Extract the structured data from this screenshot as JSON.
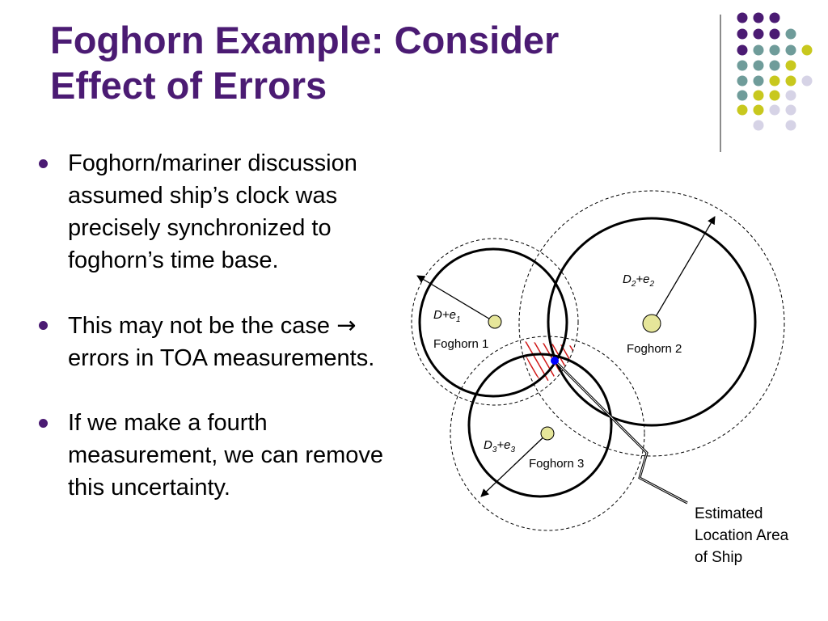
{
  "slide": {
    "title_line1": "Foghorn Example:  Consider",
    "title_line2": "Effect of Errors"
  },
  "colors": {
    "title": "#4b1b73",
    "dot_purple": "#4b1b73",
    "dot_teal": "#6f9c9a",
    "dot_yellow": "#c8c81e",
    "dot_lavender": "#d6d3e6",
    "foghorn_fill": "#e6e69a",
    "hatch": "#d01818",
    "estimate_point": "#0000ff"
  },
  "bullets": [
    {
      "text": "Foghorn/mariner discussion assumed ship’s clock was precisely synchronized to foghorn’s time base."
    },
    {
      "text_before": "This may not be the case ",
      "arrow": "→",
      "text_after": " errors in TOA measurements."
    },
    {
      "text": "If we make a fourth measurement, we can remove this uncertainty."
    }
  ],
  "diagram": {
    "foghorn1_label": "Foghorn 1",
    "foghorn2_label": "Foghorn 2",
    "foghorn3_label": "Foghorn 3",
    "radius1": {
      "base": "D+e",
      "sub": "1"
    },
    "radius2": {
      "base1": "D",
      "sub1": "2",
      "mid": "+e",
      "sub2": "2"
    },
    "radius3": {
      "base1": "D",
      "sub1": "3",
      "mid": "+e",
      "sub2": "3"
    },
    "estimate_label_line1": "Estimated",
    "estimate_label_line2": "Location Area",
    "estimate_label_line3": "of Ship"
  }
}
